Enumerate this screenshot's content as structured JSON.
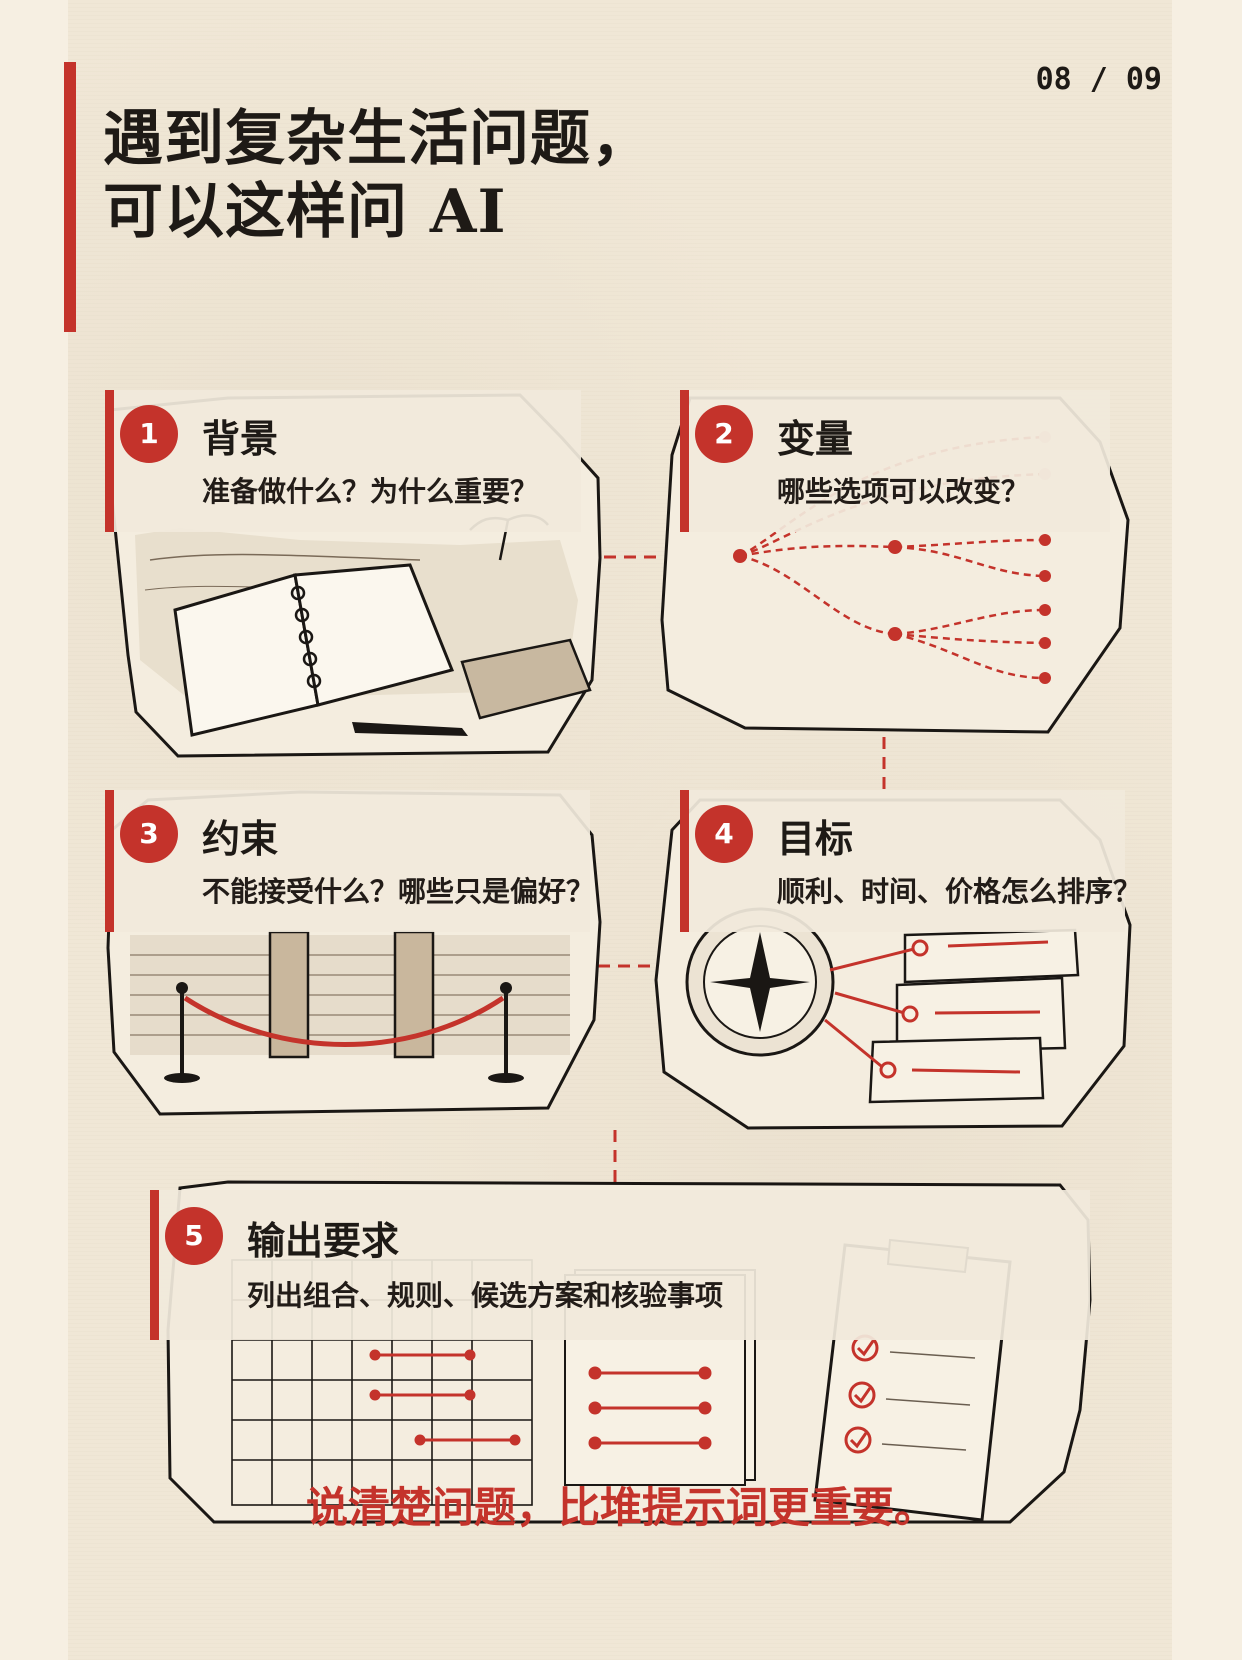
{
  "page": {
    "indicator": "08 / 09"
  },
  "title": {
    "line1": "遇到复杂生活问题，",
    "line2": "可以这样问 AI"
  },
  "cards": [
    {
      "number": "1",
      "title": "背景",
      "subtitle": "准备做什么？为什么重要？"
    },
    {
      "number": "2",
      "title": "变量",
      "subtitle": "哪些选项可以改变？"
    },
    {
      "number": "3",
      "title": "约束",
      "subtitle": "不能接受什么？哪些只是偏好？"
    },
    {
      "number": "4",
      "title": "目标",
      "subtitle": "顺利、时间、价格怎么排序？"
    },
    {
      "number": "5",
      "title": "输出要求",
      "subtitle": "列出组合、规则、候选方案和核验事项"
    }
  ],
  "footer": {
    "text": "说清楚问题，比堆提示词更重要。"
  },
  "colors": {
    "accent": "#c4332b",
    "ink": "#1e1a16",
    "paper": "#f0e7d6"
  },
  "illustrations": [
    "notebook-and-pen-on-beach",
    "branching-options-diagram",
    "stone-gate-with-rope-barrier",
    "compass-with-priority-tags",
    "grid-lists-and-checklist-clipboard"
  ]
}
